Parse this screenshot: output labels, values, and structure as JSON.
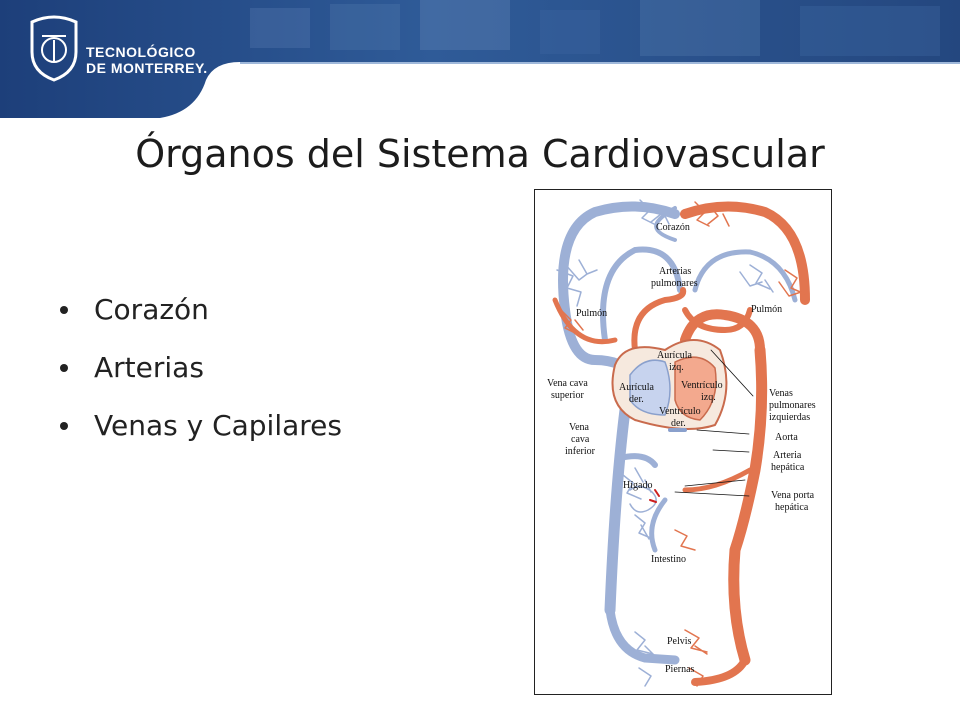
{
  "logo": {
    "line1": "TECNOLÓGICO",
    "line2": "DE MONTERREY."
  },
  "slide": {
    "title": "Órganos del Sistema Cardiovascular",
    "bullets": [
      "Corazón",
      "Arterias",
      "Venas y Capilares"
    ]
  },
  "diagram": {
    "labels": {
      "corazon": "Corazón",
      "arterias_pulmonares_1": "Arterias",
      "arterias_pulmonares_2": "pulmonares",
      "pulmon_izq": "Pulmón",
      "pulmon_der": "Pulmón",
      "auricula_izq_1": "Aurícula",
      "auricula_izq_2": "izq.",
      "auricula_der_1": "Aurícula",
      "auricula_der_2": "der.",
      "ventriculo_izq_1": "Ventrículo",
      "ventriculo_izq_2": "izq.",
      "ventriculo_der_1": "Ventrículo",
      "ventriculo_der_2": "der.",
      "vena_cava_sup_1": "Vena cava",
      "vena_cava_sup_2": "superior",
      "venas_pulm_1": "Venas",
      "venas_pulm_2": "pulmonares",
      "venas_pulm_3": "izquierdas",
      "aorta": "Aorta",
      "vena_cava_inf_1": "Vena",
      "vena_cava_inf_2": "cava",
      "vena_cava_inf_3": "inferior",
      "arteria_hepatica_1": "Arteria",
      "arteria_hepatica_2": "hepática",
      "higado": "Hígado",
      "vena_porta_1": "Vena porta",
      "vena_porta_2": "hepática",
      "intestino": "Intestino",
      "pelvis": "Pelvis",
      "piernas": "Piernas"
    }
  }
}
